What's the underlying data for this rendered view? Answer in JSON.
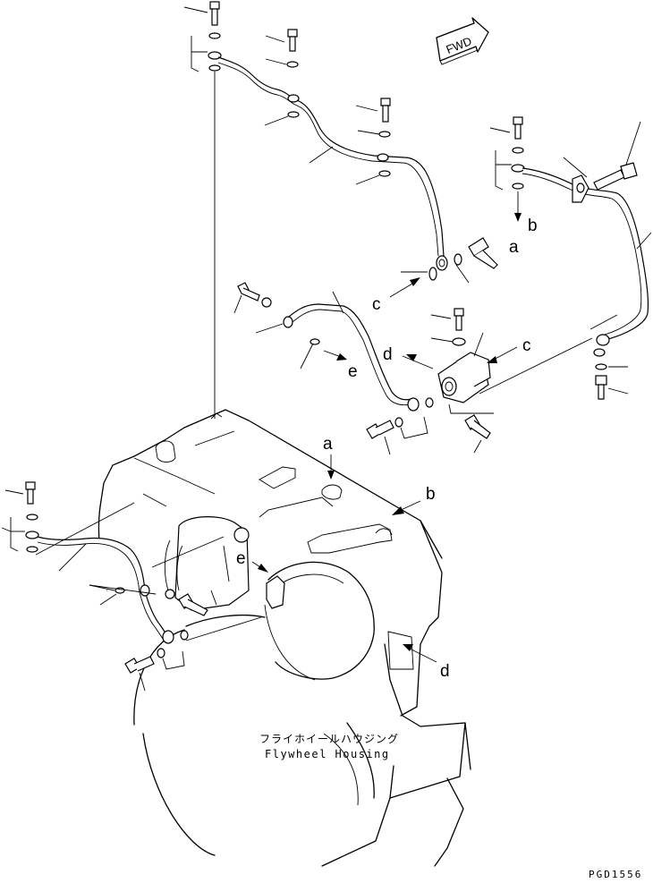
{
  "drawing": {
    "housing_label_jp": "フライホイールハウジング",
    "housing_label_en": "Flywheel Housing",
    "direction_marker": "FWD",
    "drawing_code": "PGD1556"
  },
  "callouts": {
    "a_upper": "a",
    "b_upper": "b",
    "c_left": "c",
    "c_right": "c",
    "d_upper": "d",
    "e_upper": "e",
    "a_lower": "a",
    "b_lower": "b",
    "e_lower": "e",
    "d_lower": "d"
  }
}
